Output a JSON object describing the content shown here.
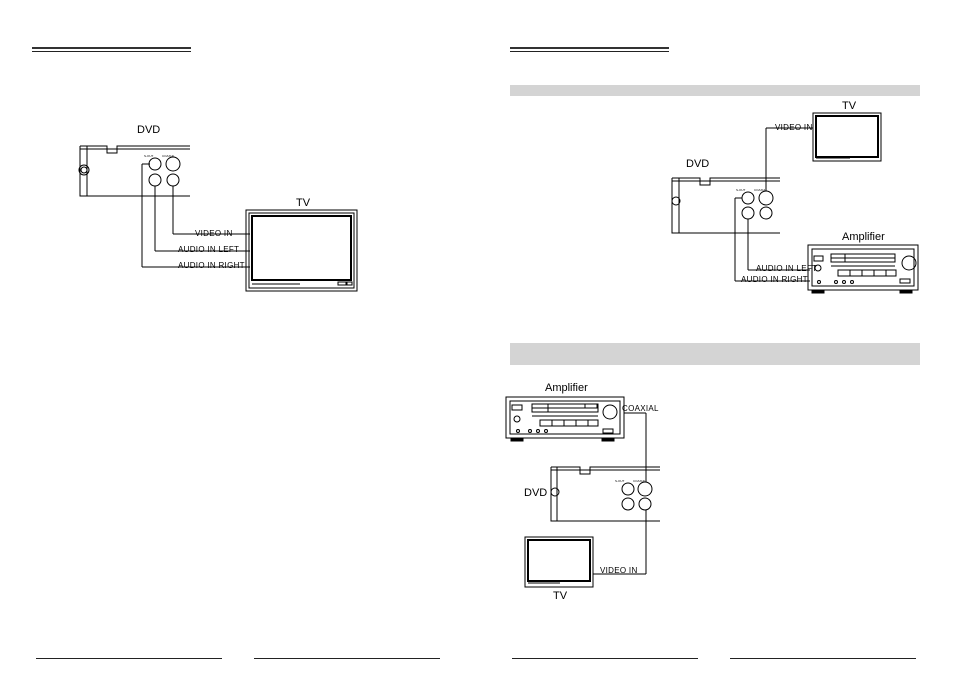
{
  "diagram1": {
    "dvd_label": "DVD",
    "tv_label": "TV",
    "video_in": "VIDEO IN",
    "audio_left": "AUDIO IN  LEFT",
    "audio_right": "AUDIO IN  RIGHT"
  },
  "diagram2": {
    "tv_label": "TV",
    "video_in": "VIDEO IN",
    "dvd_label": "DVD",
    "amplifier_label": "Amplifier",
    "audio_left": "AUDIO IN  LEFT",
    "audio_right": "AUDIO IN  RIGHT"
  },
  "diagram3": {
    "amplifier_label": "Amplifier",
    "coaxial": "COAXIAL",
    "dvd_label": "DVD",
    "video_in": "VIDEO IN",
    "tv_label": "TV"
  }
}
